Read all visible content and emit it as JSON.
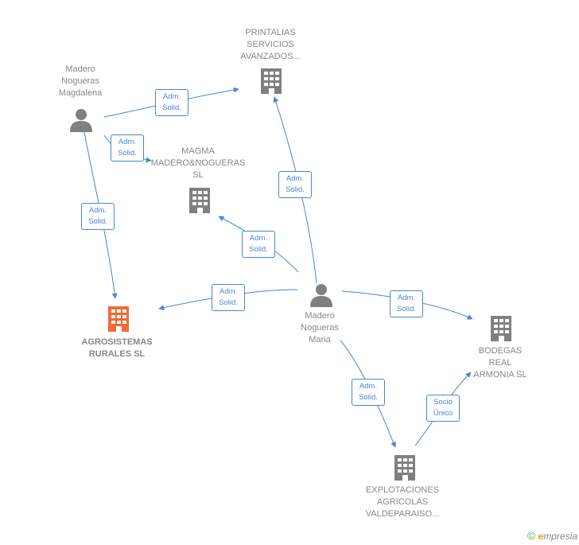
{
  "colors": {
    "edge": "#4a86d0",
    "company_icon": "#808080",
    "company_icon_highlight": "#f06a35",
    "person_icon": "#808080",
    "label_text": "#888888"
  },
  "nodes": {
    "printalias": {
      "type": "company",
      "lines": [
        "PRINTALIAS",
        "SERVICIOS",
        "AVANZADOS..."
      ]
    },
    "magma": {
      "type": "company",
      "lines": [
        "MAGMA",
        "MADERO&NOGUERAS",
        "SL"
      ]
    },
    "agrosistemas": {
      "type": "company",
      "highlight": true,
      "lines": [
        "AGROSISTEMAS",
        "RURALES  SL"
      ]
    },
    "bodegas": {
      "type": "company",
      "lines": [
        "BODEGAS",
        "REAL",
        "ARMONIA  SL"
      ]
    },
    "explotaciones": {
      "type": "company",
      "lines": [
        "EXPLOTACIONES",
        "AGRICOLAS",
        "VALDEPARAISO..."
      ]
    },
    "person_magdalena": {
      "type": "person",
      "lines": [
        "Madero",
        "Nogueras",
        "Magdalena"
      ]
    },
    "person_maria": {
      "type": "person",
      "lines": [
        "Madero",
        "Nogueras",
        "Maria"
      ]
    }
  },
  "edges": [
    {
      "id": "e1",
      "lines": [
        "Adm.",
        "Solid."
      ]
    },
    {
      "id": "e2",
      "lines": [
        "Adm.",
        "Solid."
      ]
    },
    {
      "id": "e3",
      "lines": [
        "Adm.",
        "Solid."
      ]
    },
    {
      "id": "e4",
      "lines": [
        "Adm.",
        "Solid."
      ]
    },
    {
      "id": "e5",
      "lines": [
        "Adm.",
        "Solid."
      ]
    },
    {
      "id": "e6",
      "lines": [
        "Adm.",
        "Solid."
      ]
    },
    {
      "id": "e7",
      "lines": [
        "Adm.",
        "Solid."
      ]
    },
    {
      "id": "e8",
      "lines": [
        "Adm.",
        "Solid."
      ]
    },
    {
      "id": "e9",
      "lines": [
        "Socio",
        "Único"
      ]
    }
  ],
  "footer": {
    "copyright": "©",
    "brand_initial": "e",
    "brand_rest": "mpresia"
  }
}
